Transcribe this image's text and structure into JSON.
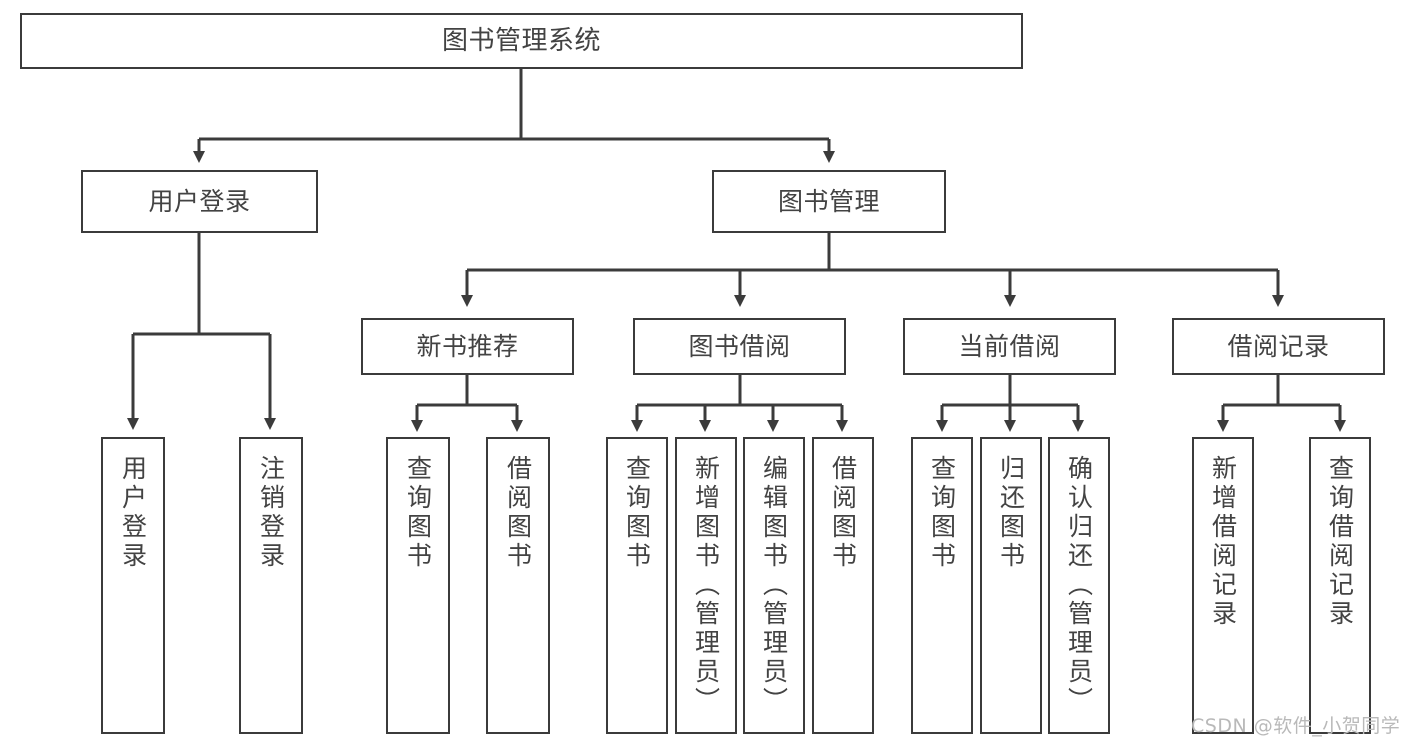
{
  "diagram": {
    "title": "图书管理系统",
    "type": "hierarchy-tree",
    "watermark": "CSDN @软件_小贺同学",
    "colors": {
      "box_border": "#3b3b3b",
      "box_fill": "#ffffff",
      "connector": "#3b3b3b",
      "text": "#434343",
      "watermark": "#b9b9b9",
      "background": "#ffffff"
    }
  },
  "nodes": {
    "root": {
      "label": "图书管理系统"
    },
    "level1": [
      {
        "label": "用户登录"
      },
      {
        "label": "图书管理"
      }
    ],
    "level2": [
      {
        "label": "新书推荐"
      },
      {
        "label": "图书借阅"
      },
      {
        "label": "当前借阅"
      },
      {
        "label": "借阅记录"
      }
    ],
    "leaves": {
      "user_login": [
        {
          "label": "用户登录"
        },
        {
          "label": "注销登录"
        }
      ],
      "new_book_recommend": [
        {
          "label": "查询图书"
        },
        {
          "label": "借阅图书"
        }
      ],
      "book_borrow": [
        {
          "label": "查询图书"
        },
        {
          "label": "新增图书（管理员）"
        },
        {
          "label": "编辑图书（管理员）"
        },
        {
          "label": "借阅图书"
        }
      ],
      "current_borrow": [
        {
          "label": "查询图书"
        },
        {
          "label": "归还图书"
        },
        {
          "label": "确认归还（管理员）"
        }
      ],
      "borrow_records": [
        {
          "label": "新增借阅记录"
        },
        {
          "label": "查询借阅记录"
        }
      ]
    }
  },
  "structure": {
    "root_children": [
      "用户登录",
      "图书管理"
    ],
    "图书管理_children": [
      "新书推荐",
      "图书借阅",
      "当前借阅",
      "借阅记录"
    ]
  }
}
